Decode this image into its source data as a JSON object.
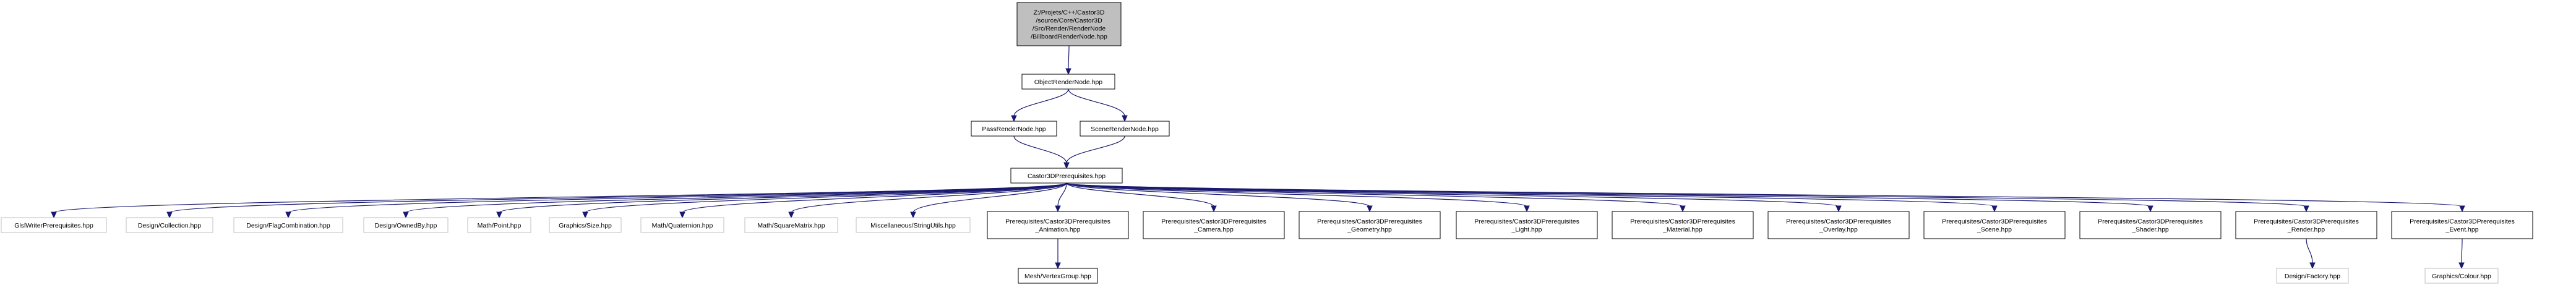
{
  "nodes": {
    "root": [
      "Z:/Projets/C++/Castor3D",
      "/source/Core/Castor3D",
      "/Src/Render/RenderNode",
      "/BillboardRenderNode.hpp"
    ],
    "object": [
      "ObjectRenderNode.hpp"
    ],
    "pass": [
      "PassRenderNode.hpp"
    ],
    "scene": [
      "SceneRenderNode.hpp"
    ],
    "prereq": [
      "Castor3DPrerequisites.hpp"
    ],
    "glsl": [
      "GlslWriterPrerequisites.hpp"
    ],
    "collection": [
      "Design/Collection.hpp"
    ],
    "flagcomb": [
      "Design/FlagCombination.hpp"
    ],
    "ownedby": [
      "Design/OwnedBy.hpp"
    ],
    "point": [
      "Math/Point.hpp"
    ],
    "size": [
      "Graphics/Size.hpp"
    ],
    "quaternion": [
      "Math/Quaternion.hpp"
    ],
    "squarematrix": [
      "Math/SquareMatrix.hpp"
    ],
    "stringutils": [
      "Miscellaneous/StringUtils.hpp"
    ],
    "animation": [
      "Prerequisites/Castor3DPrerequisites",
      "_Animation.hpp"
    ],
    "camera": [
      "Prerequisites/Castor3DPrerequisites",
      "_Camera.hpp"
    ],
    "geometry": [
      "Prerequisites/Castor3DPrerequisites",
      "_Geometry.hpp"
    ],
    "light": [
      "Prerequisites/Castor3DPrerequisites",
      "_Light.hpp"
    ],
    "material": [
      "Prerequisites/Castor3DPrerequisites",
      "_Material.hpp"
    ],
    "overlay": [
      "Prerequisites/Castor3DPrerequisites",
      "_Overlay.hpp"
    ],
    "scenep": [
      "Prerequisites/Castor3DPrerequisites",
      "_Scene.hpp"
    ],
    "shader": [
      "Prerequisites/Castor3DPrerequisites",
      "_Shader.hpp"
    ],
    "render": [
      "Prerequisites/Castor3DPrerequisites",
      "_Render.hpp"
    ],
    "event": [
      "Prerequisites/Castor3DPrerequisites",
      "_Event.hpp"
    ],
    "vertexgroup": [
      "Mesh/VertexGroup.hpp"
    ],
    "factory": [
      "Design/Factory.hpp"
    ],
    "colour": [
      "Graphics/Colour.hpp"
    ]
  },
  "edges": [
    [
      "root",
      "object"
    ],
    [
      "object",
      "pass"
    ],
    [
      "object",
      "scene"
    ],
    [
      "pass",
      "prereq"
    ],
    [
      "scene",
      "prereq"
    ],
    [
      "prereq",
      "glsl"
    ],
    [
      "prereq",
      "collection"
    ],
    [
      "prereq",
      "flagcomb"
    ],
    [
      "prereq",
      "ownedby"
    ],
    [
      "prereq",
      "point"
    ],
    [
      "prereq",
      "size"
    ],
    [
      "prereq",
      "quaternion"
    ],
    [
      "prereq",
      "squarematrix"
    ],
    [
      "prereq",
      "stringutils"
    ],
    [
      "prereq",
      "animation"
    ],
    [
      "prereq",
      "camera"
    ],
    [
      "prereq",
      "geometry"
    ],
    [
      "prereq",
      "light"
    ],
    [
      "prereq",
      "material"
    ],
    [
      "prereq",
      "overlay"
    ],
    [
      "prereq",
      "scenep"
    ],
    [
      "prereq",
      "shader"
    ],
    [
      "prereq",
      "render"
    ],
    [
      "prereq",
      "event"
    ],
    [
      "animation",
      "vertexgroup"
    ],
    [
      "render",
      "factory"
    ],
    [
      "event",
      "colour"
    ]
  ],
  "colors": {
    "edge": "#191970",
    "root_fill": "#bfbfbf",
    "ghost_border": "#bfbfbf"
  }
}
